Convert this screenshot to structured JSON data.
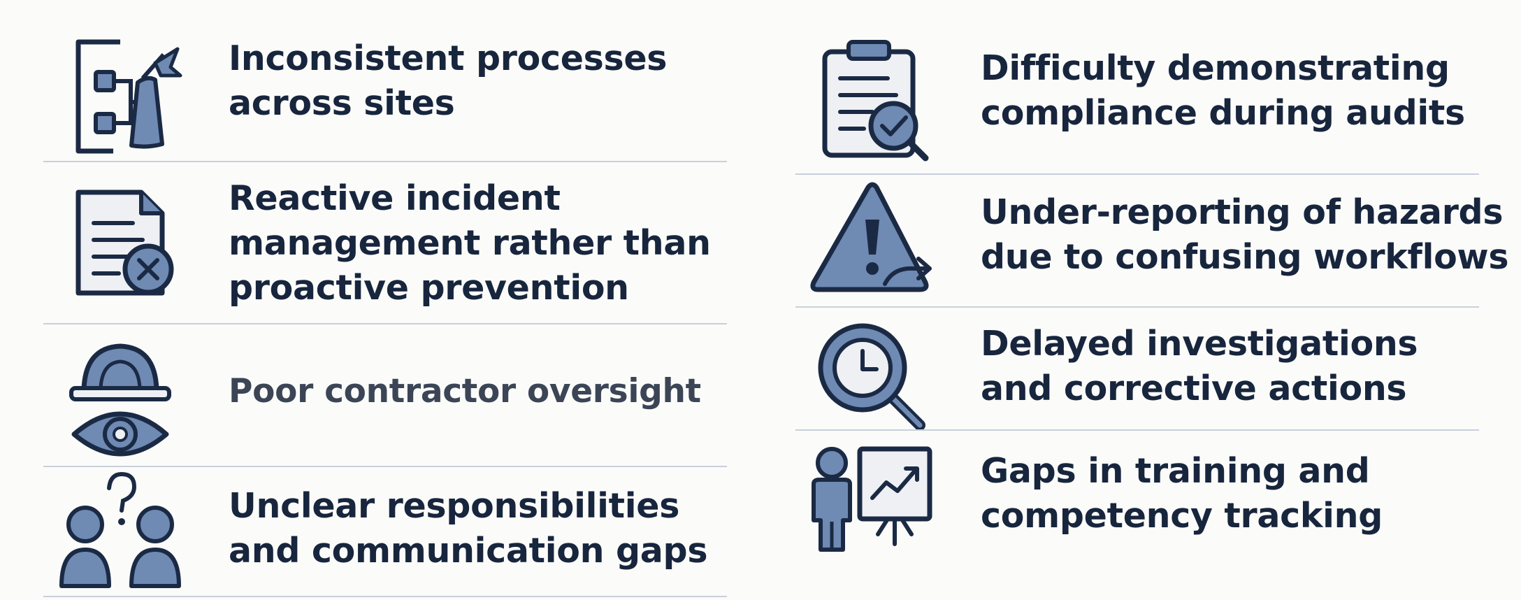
{
  "colors": {
    "background": "#fbfbf9",
    "text": "#17253d",
    "icon_fill": "#6f8ab3",
    "icon_light": "#eef0f4",
    "outline": "#1b2a44",
    "divider": "#c8d0dc"
  },
  "left_column": [
    {
      "icon": "workflow-flag-icon",
      "lines": [
        "Inconsistent processes",
        "across sites"
      ]
    },
    {
      "icon": "document-reject-icon",
      "lines": [
        "Reactive incident",
        "management rather than",
        "proactive prevention"
      ]
    },
    {
      "icon": "hardhat-eye-icon",
      "lines": [
        "Poor contractor oversight"
      ]
    },
    {
      "icon": "people-question-icon",
      "lines": [
        "Unclear responsibilities",
        "and communication gaps"
      ]
    }
  ],
  "right_column": [
    {
      "icon": "clipboard-check-icon",
      "lines": [
        "Difficulty demonstrating",
        "compliance during audits"
      ]
    },
    {
      "icon": "warning-arrow-icon",
      "lines": [
        "Under-reporting of hazards",
        "due to confusing workflows"
      ]
    },
    {
      "icon": "clock-magnifier-icon",
      "lines": [
        "Delayed investigations",
        "and corrective actions"
      ]
    },
    {
      "icon": "trainer-board-icon",
      "lines": [
        "Gaps in training and",
        "competency tracking"
      ]
    }
  ]
}
